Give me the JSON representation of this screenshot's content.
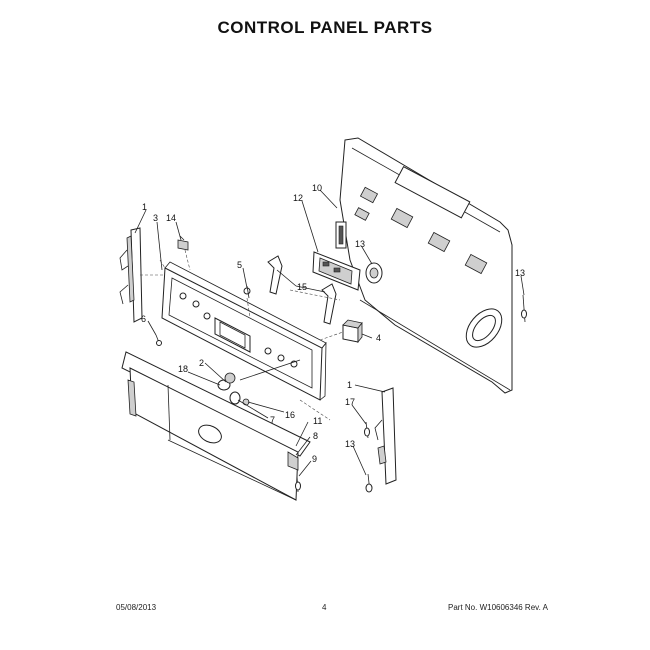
{
  "title": "CONTROL PANEL PARTS",
  "footer": {
    "date": "05/08/2013",
    "page": "4",
    "part_no": "Part No. W10606346  Rev. A"
  },
  "callouts": [
    "1",
    "3",
    "14",
    "5",
    "15",
    "6",
    "2",
    "18",
    "7",
    "16",
    "10",
    "12",
    "13",
    "4",
    "13",
    "1",
    "17",
    "11",
    "8",
    "13",
    "9"
  ]
}
